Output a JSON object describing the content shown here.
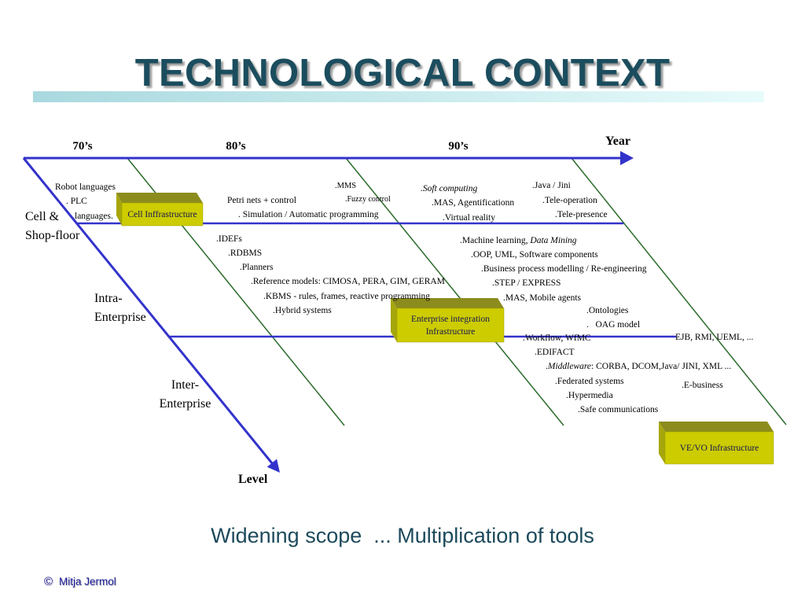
{
  "slide": {
    "title": "TECHNOLOGICAL CONTEXT",
    "tagline": "Widening scope  ... Multiplication of tools",
    "footer": {
      "copyright_symbol": "©",
      "author": "Mitja Jermol"
    }
  },
  "diagram": {
    "time_axis_label": "Year",
    "level_axis_label": "Level",
    "decades": [
      "70’s",
      "80’s",
      "90’s"
    ],
    "levels": {
      "cell": [
        "Cell &",
        "Shop-floor"
      ],
      "intra": [
        "Intra-",
        "Enterprise"
      ],
      "inter": [
        "Inter-",
        "Enterprise"
      ]
    },
    "infrastructures": {
      "cell": "Cell Inffrastructure",
      "enterprise": [
        "Enterprise integration",
        "Infrastructure"
      ],
      "ve_vo": "VE/VO Infrastructure"
    },
    "technologies": {
      "cell_70s": [
        "Robot languages",
        ". PLC",
        "languages."
      ],
      "cell_80s": [
        "Petri nets + control",
        ". Simulation / Automatic programming",
        ".MMS",
        ".Fuzzy control"
      ],
      "cell_90s": [
        ".Soft computing",
        ".MAS, Agentificationn",
        ".Virtual reality",
        ".Java / Jini",
        ".Tele-operation",
        ".Tele-presence"
      ],
      "intra_80s": [
        ".IDEFs",
        ".RDBMS",
        ".Planners",
        ".Reference models: CIMOSA, PERA, GIM, GERAM",
        ".KBMS - rules, frames, reactive programming",
        ".Hybrid systems"
      ],
      "intra_90s": [
        {
          "text": ".Machine learning, ",
          "emphasis": "Data Mining"
        },
        ".OOP, UML, Software components",
        ".Business process modelling / Re-engineering",
        ".STEP / EXPRESS",
        ".MAS, Mobile agents",
        ".Ontologies",
        ".   OAG model"
      ],
      "intra_late": [
        "EJB, RMI, UEML, ..."
      ],
      "inter_90s": [
        ".Workflow, WfMC",
        ".EDIFACT",
        {
          "lead": ".",
          "emphasis": "Middleware",
          "text": ": CORBA, DCOM,Java/ JINI, XML ..."
        },
        ".Federated systems",
        ".Hypermedia",
        ".Safe communications",
        ".E-business"
      ]
    }
  },
  "colors": {
    "title": "#1b4d5e",
    "tagline": "#1d4a5c",
    "bar_start": "#a9d9df",
    "bar_end": "#e8fbfb",
    "axis": "#3333cc",
    "decade_divider": "#2b6b2b",
    "box_front": "#cccc00",
    "box_top": "#8c8c1e",
    "box_side": "#a6a60c",
    "box_text": "#14145a",
    "footer": "#1a1a9e"
  }
}
